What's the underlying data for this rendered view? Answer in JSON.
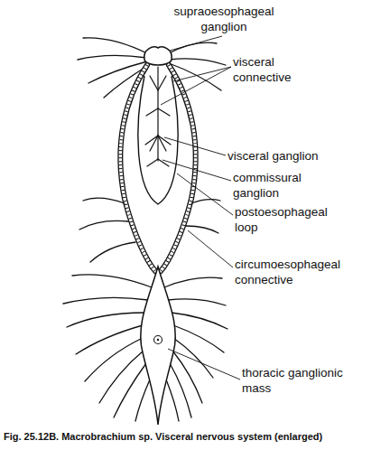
{
  "diagram": {
    "caption": "Fig. 25.12B. Macrobrachium sp. Visceral nervous system (enlarged)",
    "labels": [
      "supraoesophageal ganglion",
      "visceral connective",
      "visceral ganglion",
      "commissural ganglion",
      "postoesophageal loop",
      "circumoesophageal connective",
      "thoracic ganglionic mass"
    ]
  }
}
